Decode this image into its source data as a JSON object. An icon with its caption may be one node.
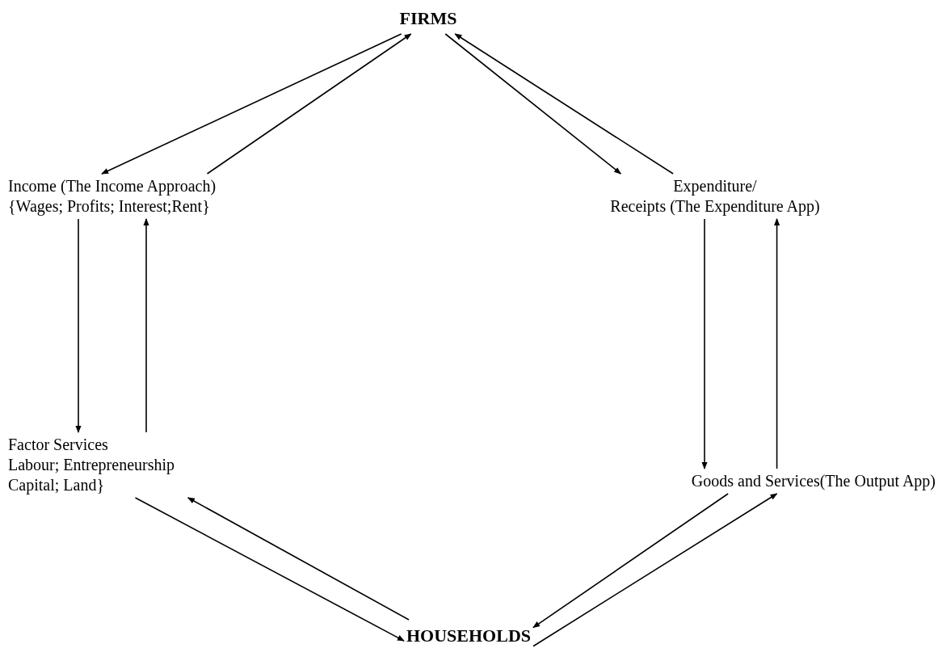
{
  "diagram": {
    "nodes": [
      {
        "text": [
          "FIRMS"
        ]
      },
      {
        "text": [
          "Income (The Income Approach) {Wages; Profits; Interest;Rent}"
        ]
      },
      {
        "text": [
          "Expenditure/",
          "Receipts (The Expenditure App)"
        ]
      },
      {
        "text": [
          "Factor Services",
          "Labour; Entrepreneurship Capital; Land}"
        ]
      },
      {
        "text": [
          "Goods and Services(The Output App)"
        ]
      },
      {
        "text": [
          "HOUSEHOLDS"
        ]
      }
    ],
    "edges": [
      {
        "from": 0,
        "to": 1,
        "arrow": "to"
      },
      {
        "from": 1,
        "to": 0,
        "arrow": "to"
      },
      {
        "from": 0,
        "to": 2,
        "arrow": "to"
      },
      {
        "from": 2,
        "to": 0,
        "arrow": "to"
      },
      {
        "from": 1,
        "to": 3,
        "arrow": "to"
      },
      {
        "from": 3,
        "to": 1,
        "arrow": "to"
      },
      {
        "from": 2,
        "to": 4,
        "arrow": "to"
      },
      {
        "from": 4,
        "to": 2,
        "arrow": "to"
      },
      {
        "from": 3,
        "to": 5,
        "arrow": "to"
      },
      {
        "from": 5,
        "to": 3,
        "arrow": "to"
      },
      {
        "from": 4,
        "to": 5,
        "arrow": "to"
      },
      {
        "from": 5,
        "to": 4,
        "arrow": "to"
      }
    ]
  }
}
